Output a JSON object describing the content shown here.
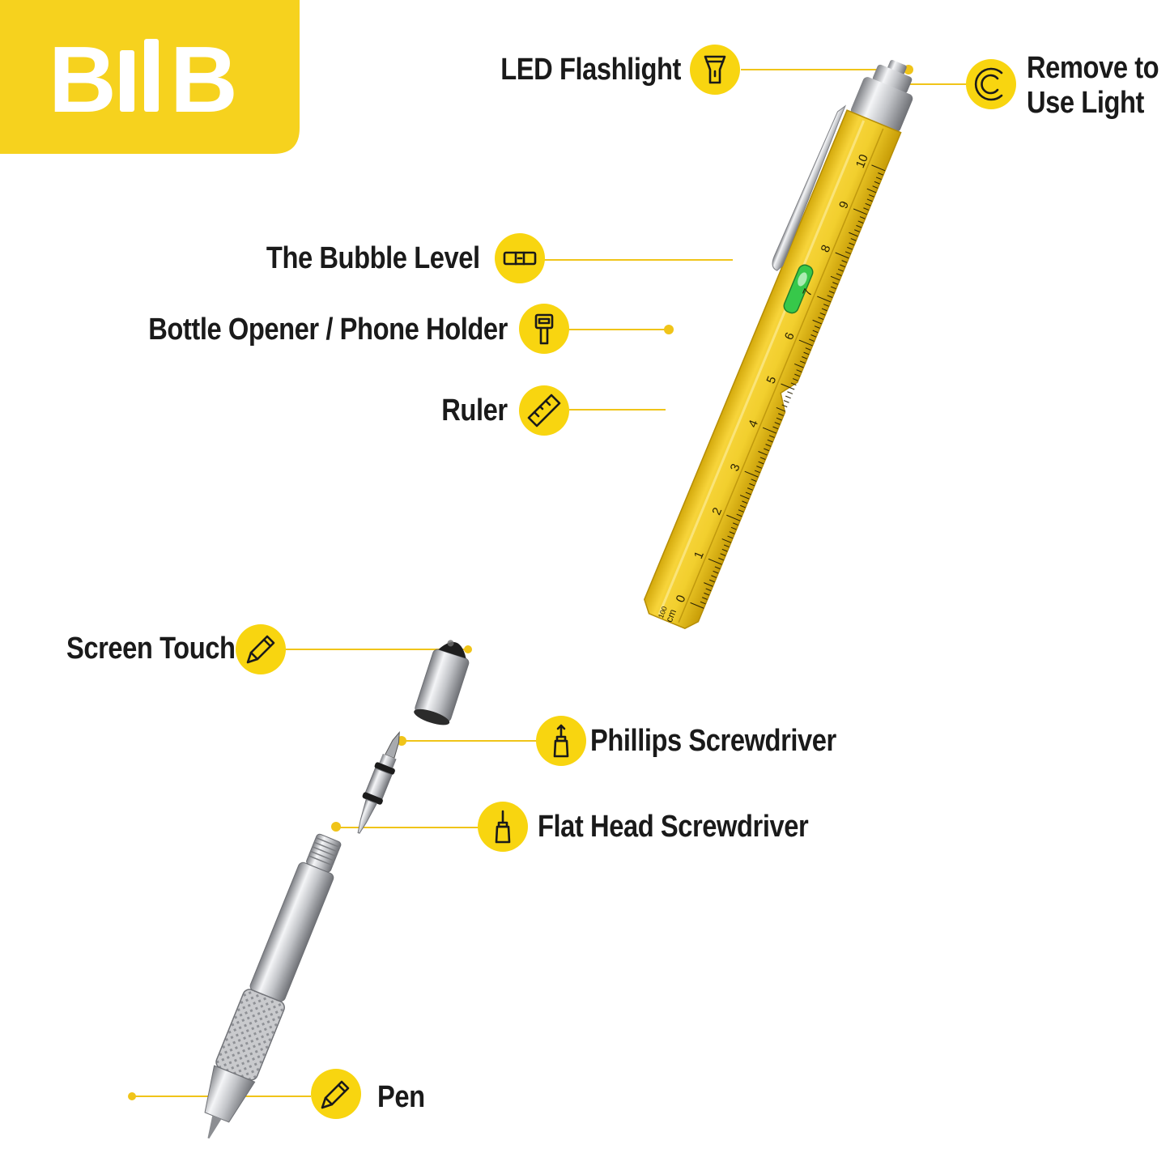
{
  "brand": {
    "logo_text": "BIIB"
  },
  "callouts": {
    "led_flashlight": "LED Flashlight",
    "remove_to_use_light": [
      "Remove to",
      "Use Light"
    ],
    "bubble_level": "The Bubble Level",
    "bottle_opener": "Bottle Opener / Phone Holder",
    "ruler": "Ruler",
    "screen_touch": "Screen Touch",
    "phillips_screwdriver": "Phillips Screwdriver",
    "flat_head_screwdriver": "Flat Head Screwdriver",
    "pen": "Pen"
  },
  "ruler_marks": [
    "0",
    "1",
    "2",
    "3",
    "4",
    "5",
    "6",
    "7",
    "8",
    "9",
    "10"
  ],
  "ruler_unit": "cm",
  "ruler_unit_sub": "100",
  "colors": {
    "brand_yellow": "#f6d21e",
    "pen_yellow": "#f0cd2c",
    "icon_yellow": "#f8d510",
    "leader": "#f0c419",
    "text": "#1a1a1a",
    "silver": "#c8c9cc",
    "bubble": "#37c84a"
  },
  "icons": [
    "flashlight-icon",
    "clip-ring-icon",
    "level-icon",
    "bottle-opener-icon",
    "ruler-icon",
    "stylus-icon",
    "phillips-screwdriver-icon",
    "flat-screwdriver-icon",
    "pen-icon"
  ]
}
